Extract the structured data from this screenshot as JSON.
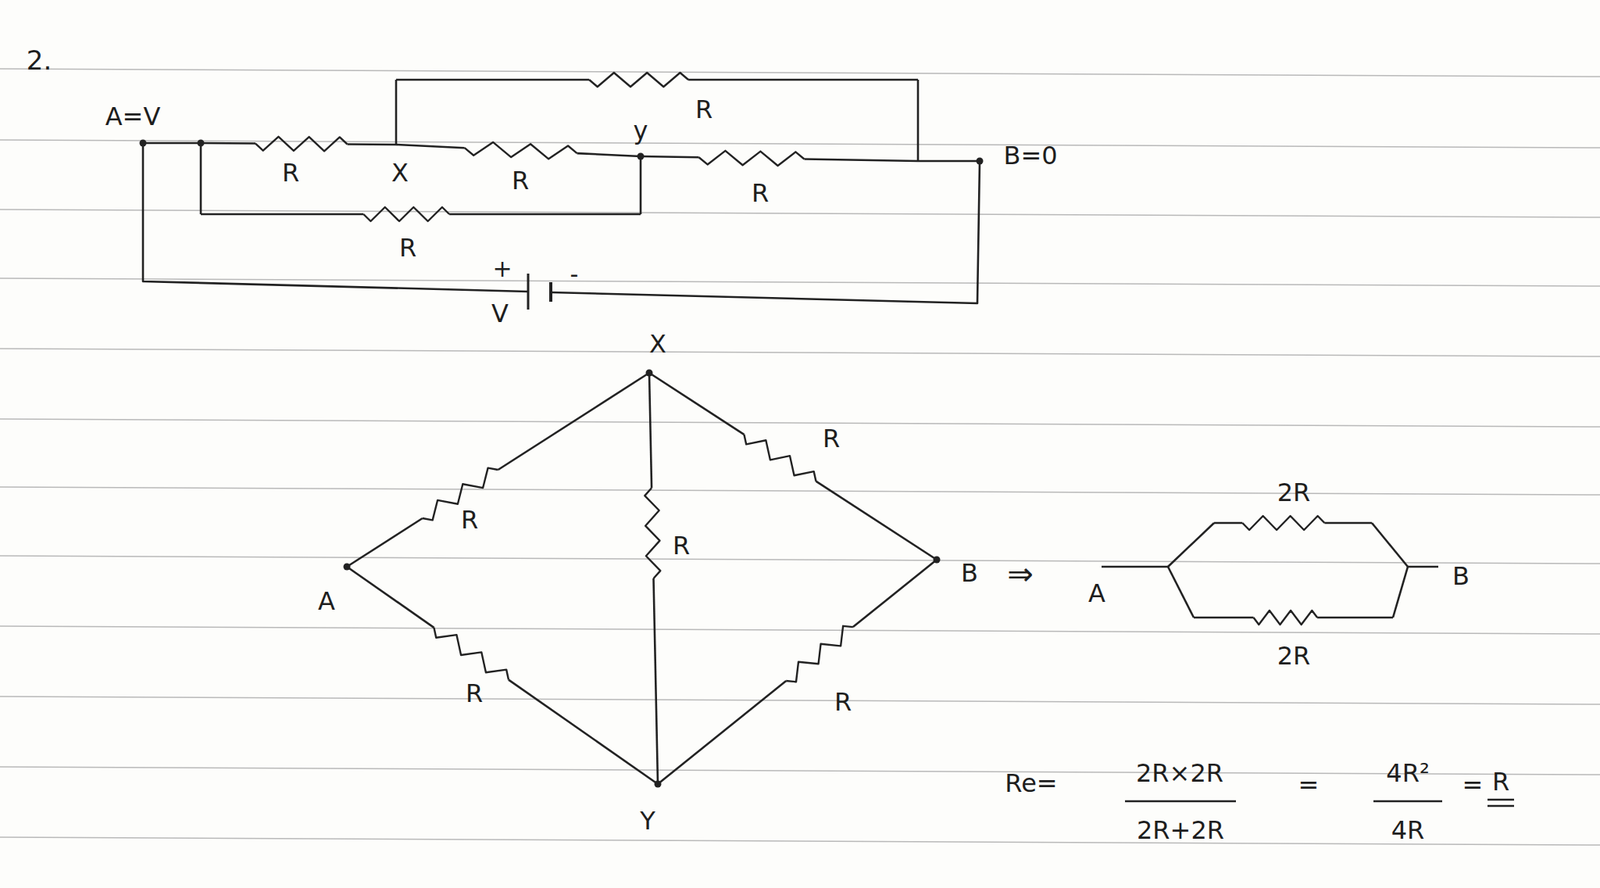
{
  "diagram": {
    "labels": [
      "2.",
      "R",
      "A=V",
      "y",
      "R",
      "X",
      "R",
      "R",
      "B=0",
      "R",
      "+",
      "-",
      "V",
      "X",
      "R",
      "R",
      "R",
      "A",
      "B",
      "⇒",
      "2R",
      "A",
      "B",
      "2R",
      "R",
      "R",
      "Re=",
      "2R×2R",
      "=",
      "4R²",
      "=",
      "R",
      "2R+2R",
      "4R",
      "Y"
    ]
  }
}
